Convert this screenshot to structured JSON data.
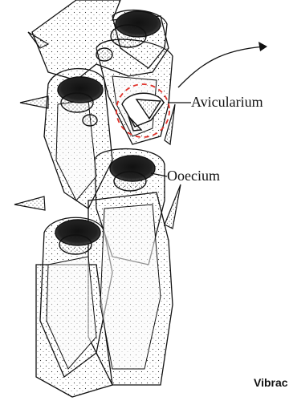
{
  "labels": {
    "avicularium": "Avicularium",
    "ooecium": "Ooecium",
    "vibraculum": "Vibrac"
  },
  "colors": {
    "ink": "#111111",
    "highlight_circle": "#e0322a",
    "background": "#ffffff"
  },
  "icons": {
    "arrow": "curved-arrow-icon"
  }
}
